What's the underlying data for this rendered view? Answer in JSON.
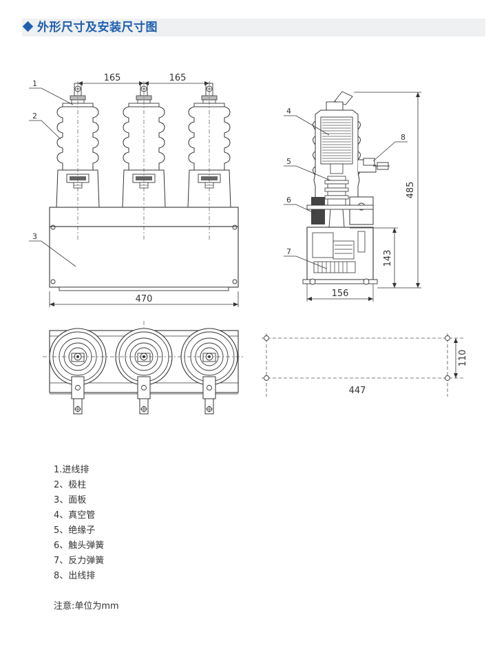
{
  "header": {
    "title": "外形尺寸及安装尺寸图",
    "accent": "#1f5fae"
  },
  "front_view": {
    "dims": {
      "pitch_left": "165",
      "pitch_right": "165",
      "width": "470"
    },
    "callouts": {
      "c1": "1",
      "c2": "2",
      "c3": "3"
    }
  },
  "side_view": {
    "dims": {
      "height": "485",
      "lower": "143",
      "base": "156"
    },
    "callouts": {
      "c4": "4",
      "c5": "5",
      "c6": "6",
      "c7": "7",
      "c8": "8"
    }
  },
  "mounting_view": {
    "dims": {
      "length": "447",
      "width": "110"
    }
  },
  "legend": [
    "1.进线排",
    "2、极柱",
    "3、面板",
    "4、真空管",
    "5、绝缘子",
    "6、触头弹簧",
    "7、反力弹簧",
    "8、出线排"
  ],
  "note": "注意:单位为mm"
}
